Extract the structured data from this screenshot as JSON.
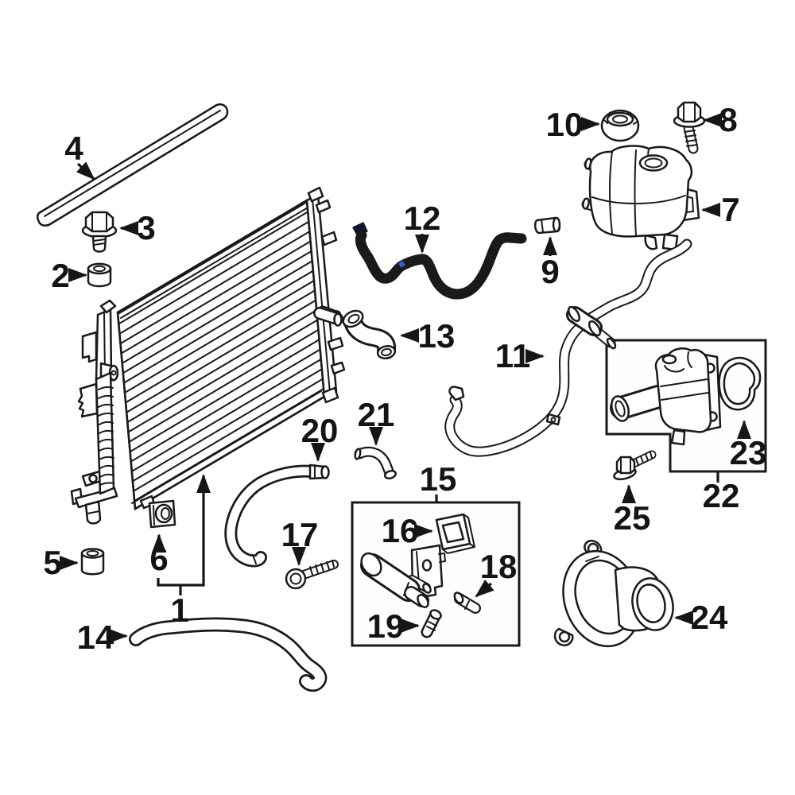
{
  "figure": {
    "kind": "exploded-parts-line-drawing",
    "highlighted_callout": "12"
  },
  "colors": {
    "background": "#ffffff",
    "line": "#1a1a1a",
    "highlight_fill": "#3a5fae",
    "highlight_outline": "#10182f"
  },
  "callouts": [
    {
      "num": "1"
    },
    {
      "num": "2"
    },
    {
      "num": "3"
    },
    {
      "num": "4"
    },
    {
      "num": "5"
    },
    {
      "num": "6"
    },
    {
      "num": "7"
    },
    {
      "num": "8"
    },
    {
      "num": "9"
    },
    {
      "num": "10"
    },
    {
      "num": "11"
    },
    {
      "num": "12"
    },
    {
      "num": "13"
    },
    {
      "num": "14"
    },
    {
      "num": "15"
    },
    {
      "num": "16"
    },
    {
      "num": "17"
    },
    {
      "num": "18"
    },
    {
      "num": "19"
    },
    {
      "num": "20"
    },
    {
      "num": "21"
    },
    {
      "num": "22"
    },
    {
      "num": "23"
    },
    {
      "num": "24"
    },
    {
      "num": "25"
    }
  ]
}
